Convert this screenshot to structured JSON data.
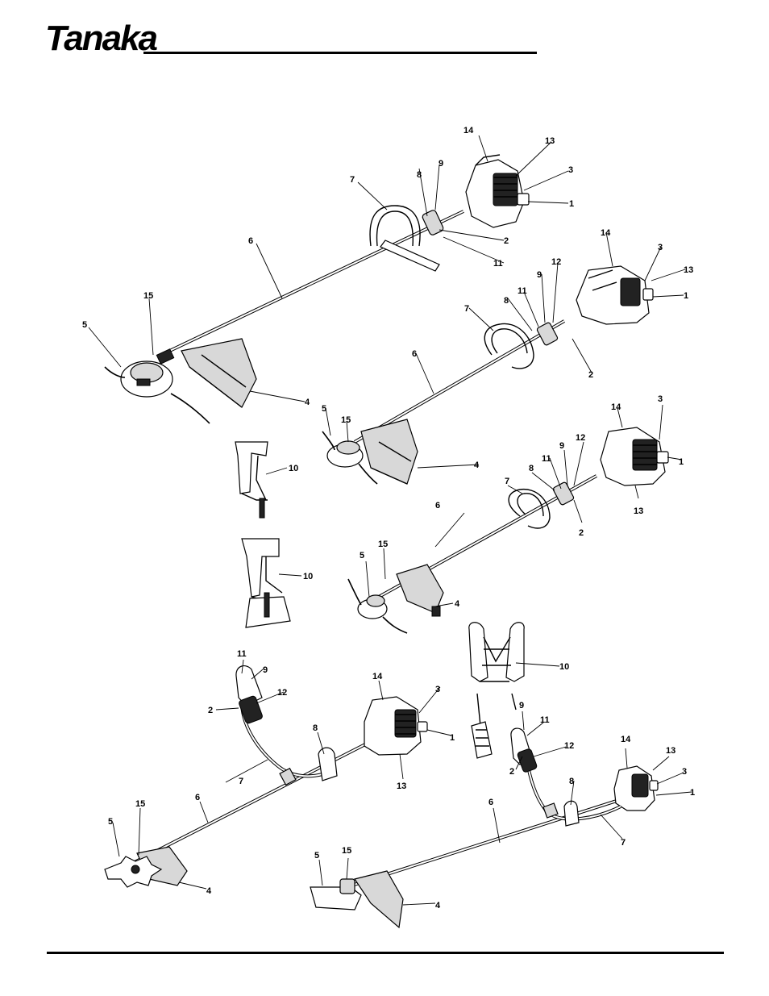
{
  "header": {
    "brand": "Tanaka"
  },
  "callouts": {
    "c1": "1",
    "c2": "2",
    "c3": "3",
    "c4": "4",
    "c5": "5",
    "c6": "6",
    "c7": "7",
    "c8": "8",
    "c9": "9",
    "c10": "10",
    "c11": "11",
    "c12": "12",
    "c13": "13",
    "c14": "14",
    "c15": "15"
  },
  "colors": {
    "ink": "#000000",
    "paper": "#ffffff",
    "shade": "#d8d8d8"
  }
}
